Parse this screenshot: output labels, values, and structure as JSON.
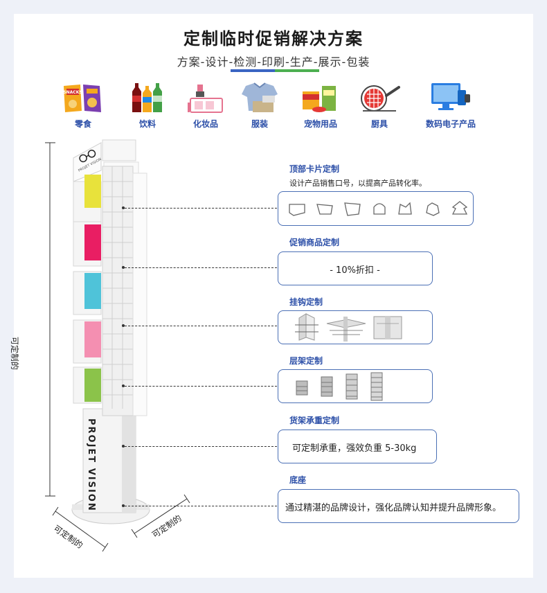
{
  "header": {
    "title": "定制临时促销解决方案",
    "subtitle": "方案-设计-检测-印刷-生产-展示-包装"
  },
  "categories": [
    {
      "label": "零食",
      "icon": "snacks-icon"
    },
    {
      "label": "饮料",
      "icon": "drinks-icon"
    },
    {
      "label": "化妆品",
      "icon": "cosmetics-icon"
    },
    {
      "label": "服装",
      "icon": "clothing-icon"
    },
    {
      "label": "宠物用品",
      "icon": "pet-supplies-icon"
    },
    {
      "label": "厨具",
      "icon": "cookware-icon"
    },
    {
      "label": "数码电子产品",
      "icon": "electronics-icon"
    }
  ],
  "snack_bag_text": "SNACKS",
  "sections": [
    {
      "title": "顶部卡片定制",
      "desc": "设计产品销售口号，以提高产品转化率。",
      "box_text": ""
    },
    {
      "title": "促销商品定制",
      "desc": "",
      "box_text": "- 10%折扣 -"
    },
    {
      "title": "挂钩定制",
      "desc": "",
      "box_text": ""
    },
    {
      "title": "层架定制",
      "desc": "",
      "box_text": ""
    },
    {
      "title": "货架承重定制",
      "desc": "",
      "box_text": "可定制承重，强效负重 5-30kg"
    },
    {
      "title": "底座",
      "desc": "",
      "box_text": "通过精湛的品牌设计，强化品牌认知并提升品牌形象。"
    }
  ],
  "dimension_labels": {
    "height": "可定制的",
    "depth": "可定制的",
    "width": "可定制的"
  },
  "stand": {
    "brand_text": "PROJET VISION",
    "top_card_text": "PROJET VISION"
  },
  "colors": {
    "accent_blue": "#2c4fa8",
    "underline_blue": "#3a64c2",
    "underline_green": "#4caf50",
    "box_border": "#4a6fb5"
  }
}
